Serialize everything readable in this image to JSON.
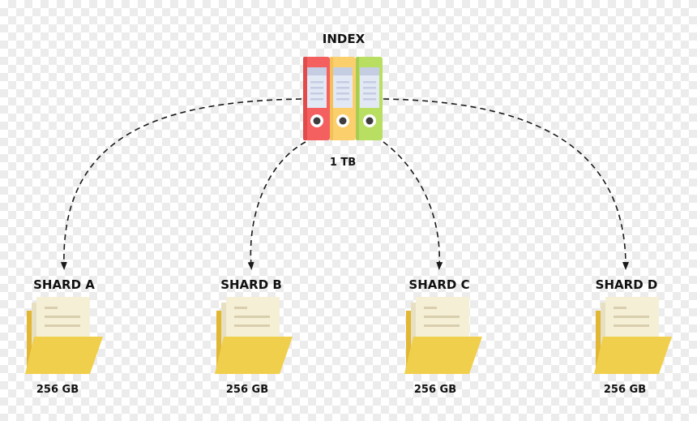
{
  "index": {
    "label": "INDEX",
    "size": "1 TB",
    "icon": "binders-icon",
    "binder_colors": [
      "#f4605f",
      "#fccf6d",
      "#b8df62"
    ]
  },
  "shards": [
    {
      "label": "SHARD A",
      "size": "256 GB",
      "icon": "folder-icon"
    },
    {
      "label": "SHARD B",
      "size": "256 GB",
      "icon": "folder-icon"
    },
    {
      "label": "SHARD C",
      "size": "256 GB",
      "icon": "folder-icon"
    },
    {
      "label": "SHARD D",
      "size": "256 GB",
      "icon": "folder-icon"
    }
  ],
  "colors": {
    "folder_front": "#f0cf4c",
    "folder_back": "#e2b733",
    "paper": "#f5efd6",
    "connector": "#1a1a1a"
  }
}
